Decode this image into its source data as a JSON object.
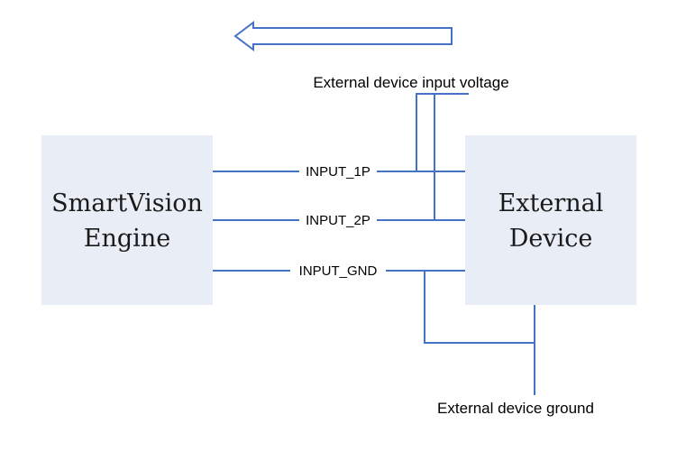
{
  "arrow": {
    "direction": "left",
    "color": "#4472c4"
  },
  "left_block": {
    "line1": "SmartVision",
    "line2": "Engine",
    "fill": "#e8edf6"
  },
  "right_block": {
    "line1": "External",
    "line2": "Device",
    "fill": "#e8edf6"
  },
  "signals": {
    "input_1p": "INPUT_1P",
    "input_2p": "INPUT_2P",
    "input_gnd": "INPUT_GND"
  },
  "labels": {
    "input_voltage": "External device input voltage",
    "ground": "External device ground"
  },
  "wire_color": "#4472c4"
}
